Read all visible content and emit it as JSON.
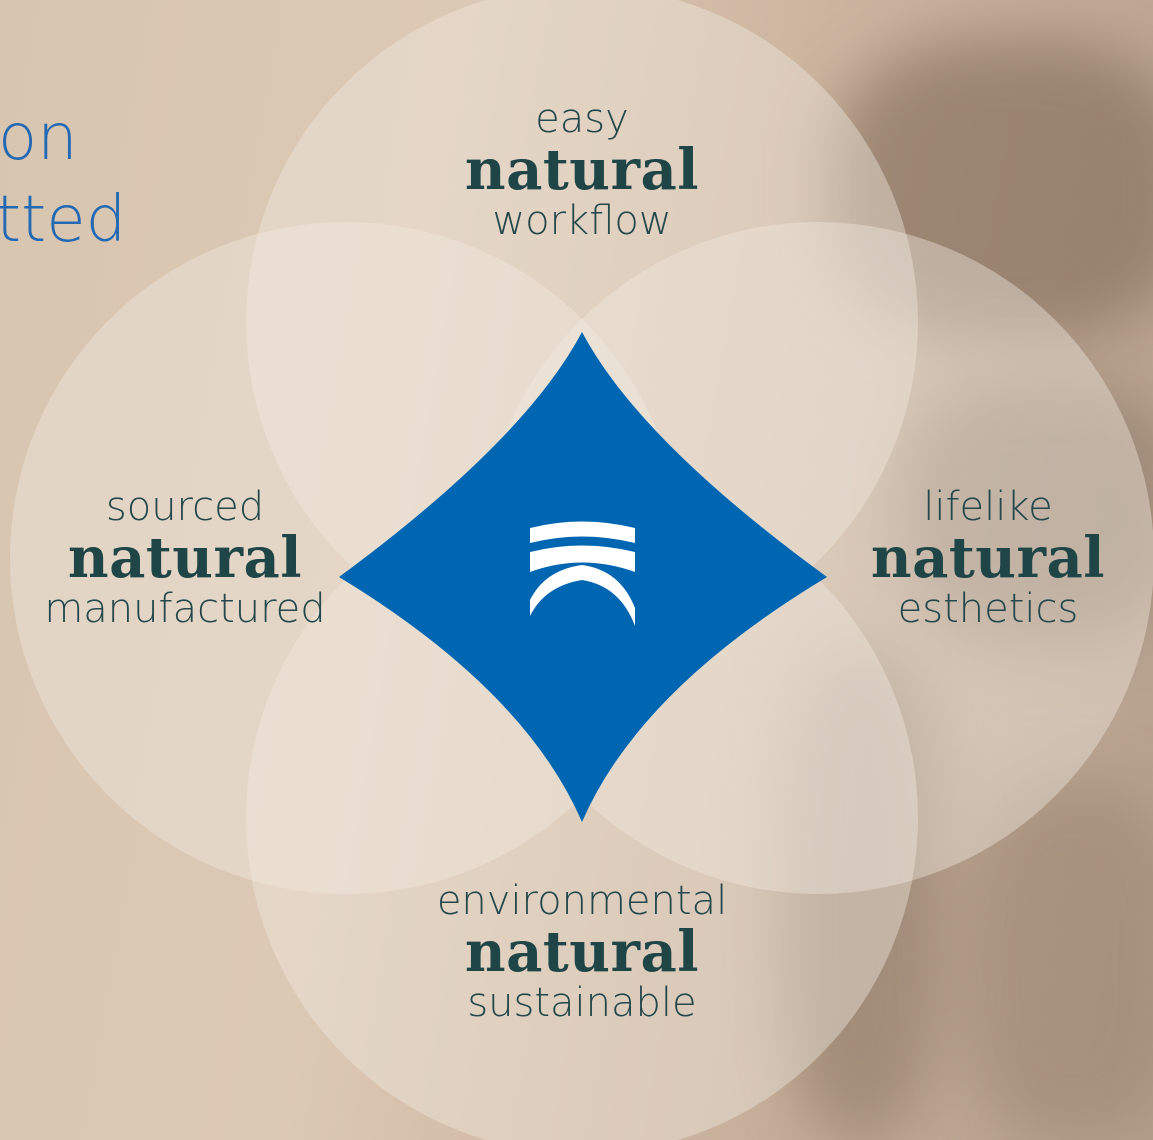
{
  "background": {
    "text_lines": [
      "on",
      "tted"
    ],
    "text_color": "#2469b3"
  },
  "center_mark": {
    "icon": "stacked-arcs-logo-icon",
    "color": "#0066b2"
  },
  "petals": {
    "top": {
      "above": "easy",
      "main": "natural",
      "below": "workflow"
    },
    "left": {
      "above": "sourced",
      "main": "natural",
      "below": "manufactured"
    },
    "right": {
      "above": "lifelike",
      "main": "natural",
      "below": "esthetics"
    },
    "bottom": {
      "above": "environmental",
      "main": "natural",
      "below": "sustainable"
    }
  }
}
